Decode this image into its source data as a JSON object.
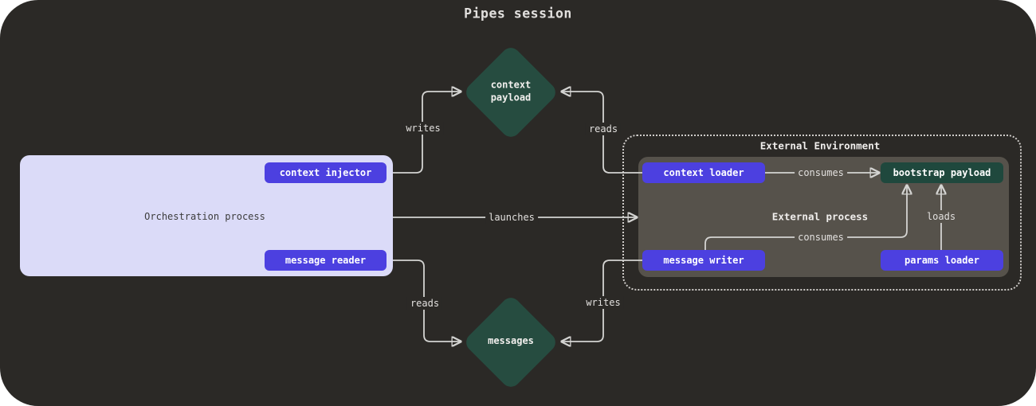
{
  "title": "Pipes session",
  "colors": {
    "canvas_bg": "#2B2926",
    "accent_purple": "#4C40E0",
    "diamond_green": "#264C40",
    "bootstrap_green": "#1F483D",
    "orchestration_bg": "#DBDBF8",
    "external_process_bg": "#56524B",
    "edge_line": "#D4D4D2"
  },
  "nodes": {
    "context_payload": {
      "label": "context\npayload"
    },
    "messages": {
      "label": "messages"
    },
    "orchestration": {
      "label": "Orchestration process",
      "context_injector": "context injector",
      "message_reader": "message reader"
    },
    "external_environment": {
      "label": "External Environment",
      "external_process_label": "External process",
      "context_loader": "context loader",
      "bootstrap_payload": "bootstrap payload",
      "message_writer": "message writer",
      "params_loader": "params loader"
    }
  },
  "edges": {
    "writes_top": "writes",
    "reads_top": "reads",
    "launches": "launches",
    "consumes_top": "consumes",
    "consumes_bottom": "consumes",
    "loads": "loads",
    "reads_bottom": "reads",
    "writes_bottom": "writes"
  }
}
